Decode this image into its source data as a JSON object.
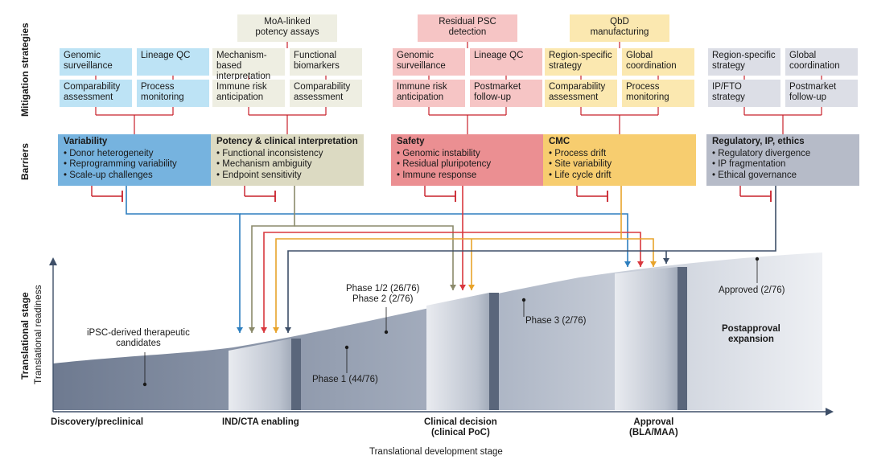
{
  "axes": {
    "mitigation_label": "Mitigation strategies",
    "barriers_label": "Barriers",
    "stage_label": "Translational stage",
    "readiness_label": "Translational readiness",
    "x_label": "Translational development stage"
  },
  "colors": {
    "variability": "#2e7fbf",
    "potency": "#8b8a6b",
    "safety": "#d9383e",
    "cmc": "#e8a32a",
    "regulatory": "#3e4f68",
    "connector": "#c8202a"
  },
  "columns": [
    {
      "id": "variability",
      "top": null,
      "boxes": [
        [
          "Genomic",
          "surveillance"
        ],
        [
          "Lineage QC"
        ],
        [
          "Comparability",
          "assessment"
        ],
        [
          "Process",
          "monitoring"
        ]
      ],
      "barrier_title": "Variability",
      "barrier_items": [
        "Donor heterogeneity",
        "Reprogramming variability",
        "Scale-up challenges"
      ]
    },
    {
      "id": "potency",
      "top": [
        "MoA-linked",
        "potency assays"
      ],
      "boxes": [
        [
          "Mechanism-based",
          "interpretation"
        ],
        [
          "Functional",
          "biomarkers"
        ],
        [
          "Immune risk",
          "anticipation"
        ],
        [
          "Comparability",
          "assessment"
        ]
      ],
      "barrier_title": "Potency & clinical interpretation",
      "barrier_items": [
        "Functional inconsistency",
        "Mechanism ambiguity",
        "Endpoint sensitivity"
      ]
    },
    {
      "id": "safety",
      "top": [
        "Residual PSC",
        "detection"
      ],
      "boxes": [
        [
          "Genomic",
          "surveillance"
        ],
        [
          "Lineage QC"
        ],
        [
          "Immune risk",
          "anticipation"
        ],
        [
          "Postmarket",
          "follow-up"
        ]
      ],
      "barrier_title": "Safety",
      "barrier_items": [
        "Genomic instability",
        "Residual pluripotency",
        "Immune response"
      ]
    },
    {
      "id": "cmc",
      "top": [
        "QbD",
        "manufacturing"
      ],
      "boxes": [
        [
          "Region-specific",
          "strategy"
        ],
        [
          "Global",
          "coordination"
        ],
        [
          "Comparability",
          "assessment"
        ],
        [
          "Process",
          "monitoring"
        ]
      ],
      "barrier_title": "CMC",
      "barrier_items": [
        "Process drift",
        "Site variability",
        "Life cycle drift"
      ]
    },
    {
      "id": "regulatory",
      "top": null,
      "boxes": [
        [
          "Region-specific",
          "strategy"
        ],
        [
          "Global",
          "coordination"
        ],
        [
          "IP/FTO",
          "strategy"
        ],
        [
          "Postmarket",
          "follow-up"
        ]
      ],
      "barrier_title": "Regulatory, IP, ethics",
      "barrier_items": [
        "Regulatory divergence",
        "IP fragmentation",
        "Ethical governance"
      ]
    }
  ],
  "annotations": {
    "candidates": [
      "iPSC-derived therapeutic",
      "candidates"
    ],
    "phase1": "Phase 1 (44/76)",
    "phase12": [
      "Phase 1/2 (26/76)",
      "Phase 2 (2/76)"
    ],
    "phase3": "Phase 3 (2/76)",
    "approved": "Approved (2/76)",
    "postapproval": [
      "Postapproval",
      "expansion"
    ]
  },
  "stages": [
    [
      "Discovery/preclinical"
    ],
    [
      "IND/CTA enabling"
    ],
    [
      "Clinical decision",
      "(clinical PoC)"
    ],
    [
      "Approval",
      "(BLA/MAA)"
    ]
  ]
}
